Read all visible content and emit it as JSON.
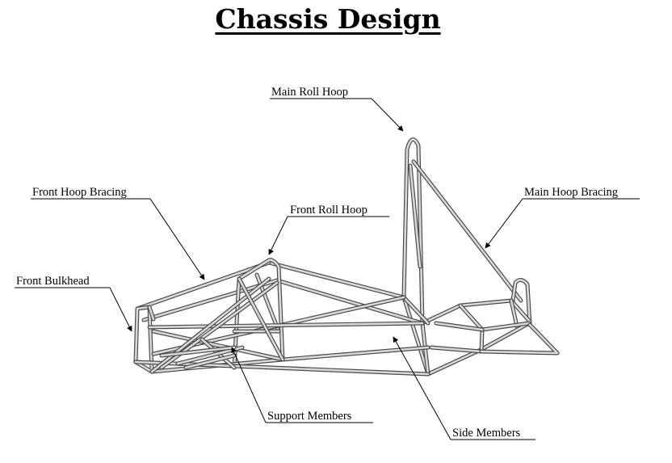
{
  "title": "Chassis Design",
  "colors": {
    "tube_outline": "#4b4b4b",
    "tube_fill": "#d9d9d9",
    "text": "#000000",
    "background": "#ffffff"
  },
  "labels": {
    "main_roll_hoop": "Main Roll Hoop",
    "front_hoop_bracing": "Front Hoop Bracing",
    "front_roll_hoop": "Front Roll Hoop",
    "main_hoop_bracing": "Main Hoop Bracing",
    "front_bulkhead": "Front Bulkhead",
    "support_members": "Support Members",
    "side_members": "Side Members"
  }
}
